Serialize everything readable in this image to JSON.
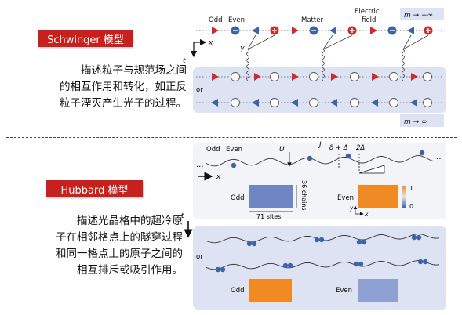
{
  "schwinger": {
    "badge": "Schwinger 模型",
    "description": "描述粒子与规范场之间\n的相互作用和转化，如正反\n粒子湮灭产生光子的过程。",
    "labels": {
      "odd": "Odd",
      "even": "Even",
      "matter": "Matter",
      "electric_field_line1": "Electric",
      "electric_field_line2": "field",
      "mass_limit_top": "m → −∞",
      "mass_limit_bottom": "m → ∞",
      "or": "or",
      "t_axis": "t",
      "x_axis": "x",
      "photon_symbol": "γ̃"
    },
    "colors": {
      "red": "#cf2b2b",
      "blue": "#3e64a8",
      "band": "#dde3f3"
    }
  },
  "hubbard": {
    "badge": "Hubbard 模型",
    "description": "描述光晶格中的超冷原\n子在相邻格点上的隧穿过程\n和同一格点上的原子之间的\n相互排斥或吸引作用。",
    "labels": {
      "odd": "Odd",
      "even": "Even",
      "U": "U",
      "J": "J",
      "delta_plus": "δ + Δ",
      "two_delta": "2Δ",
      "x_axis": "x",
      "y_axis": "y",
      "t_axis": "t",
      "chains": "36 chains",
      "sites": "71 sites",
      "colorbar_max": "1",
      "colorbar_min": "0",
      "or": "or",
      "ellipsis": "..."
    },
    "colors": {
      "orange": "#f08a24",
      "blue_map": "#6f86c4",
      "band": "#dde3f3",
      "atom": "#3e64a8"
    }
  }
}
